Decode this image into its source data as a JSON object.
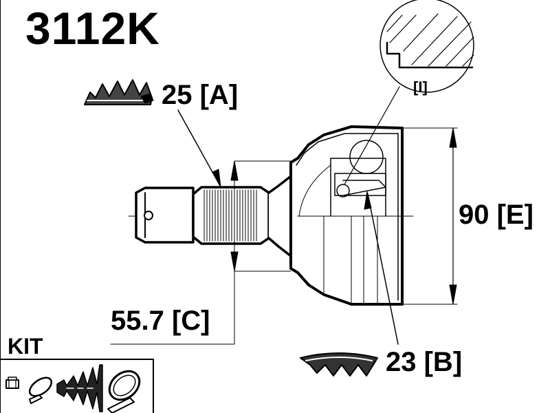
{
  "part_number": "3112K",
  "dimensions": {
    "a": "25 [A]",
    "b": "23 [B]",
    "c": "55.7 [C]",
    "e": "90 [E]"
  },
  "detail_label": "[I]",
  "kit": {
    "label": "KIT",
    "items": [
      "nut-icon",
      "clamp-icon",
      "boot-icon",
      "band-clamp-icon"
    ]
  },
  "icons": [
    "spline-teeth-icon",
    "spline-teeth-icon"
  ]
}
